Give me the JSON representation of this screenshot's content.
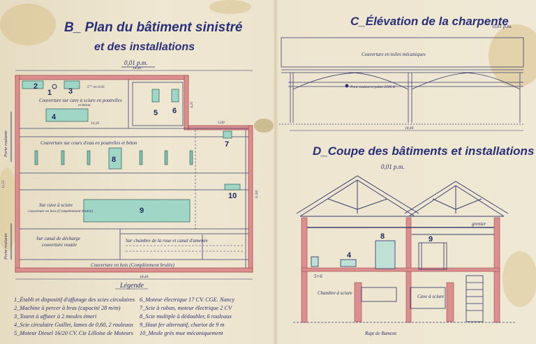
{
  "titles": {
    "plan_line1": "B_ Plan du bâtiment sinistré",
    "plan_line2": "et des installations",
    "plan_scale": "0,01 p.m.",
    "elevation": "C_Élévation de la charpente",
    "elevation_scale": "0,01 p.m.",
    "section": "D_Coupe des bâtiments et installations",
    "section_scale": "0,01 p.m."
  },
  "plan": {
    "labels": {
      "couverture_cave": "Couverture sur cave à sciure en poutrelles",
      "et_beton1": "et béton",
      "couverture_cours": "Couverture sur cours d'eau en poutrelles et béton",
      "porte_roulante_top": "Porte roulante",
      "porte_roulante_bottom": "Porte roulante",
      "cave_sciure": "Sur cave à sciure",
      "couverture_bois": "couverture en bois (Complètement brulée)",
      "canal_decharge": "Sur canal de décharge",
      "couverture_voutee": "couverture voutée",
      "chambre_roue": "Sur chambre de la roue et canal d'amenée",
      "couverture_bois_bottom": "Couverture en bois (Complètement brulée)",
      "legende": "Légende"
    },
    "dims": {
      "d_1840_top": "18,40",
      "d_1840_bottom": "18,40",
      "d_1335": "13,35",
      "d_500": "5,00",
      "d_1151": "11,51",
      "d_1164": "11,64",
      "d_425": "4,25",
      "d_500b": "5°° en 0.05"
    },
    "machine_numbers": [
      "1",
      "2",
      "3",
      "4",
      "5",
      "6",
      "7",
      "8",
      "9",
      "10"
    ]
  },
  "elevation": {
    "couverture": "Couverture en toiles mécaniques",
    "pont": "Pont roulant et palan 2500 K",
    "d_1840": "18,40"
  },
  "section": {
    "grenier": "grenier",
    "chambre": "Chambre à sciure",
    "cave": "Cave à sciure",
    "rupt": "Rupt de Bamont",
    "labels_56": "5+6",
    "numbers": [
      "4",
      "8",
      "9"
    ]
  },
  "legend": {
    "left": [
      "1_Établi et dispositif d'affutage des scies circulaires",
      "2_Machine à percer à bras (capacité 28 m/m)",
      "3_Touret à affuter à 2 meules émeri",
      "4_Scie circulaire Guillet, lames de 0,60, 2 rouleaux",
      "5_Moteur Diesel 16/20 CV. Cie Lilloise de Moteurs"
    ],
    "right": [
      "6_Moteur électrique 17 CV. CGE. Nancy",
      "7_Scie à ruban, moteur électrique 2 CV",
      "8_Scie multiple à dédoubler, 6 rouleaux",
      "9_Haut fer alternatif, chariot de 9 m",
      "10_Meule grès mue mécaniquement"
    ]
  },
  "colors": {
    "ink": "#2b2f6b",
    "wall_red": "#d98a8a",
    "machine_green": "#8fd0be",
    "paper": "#ece4cd"
  }
}
